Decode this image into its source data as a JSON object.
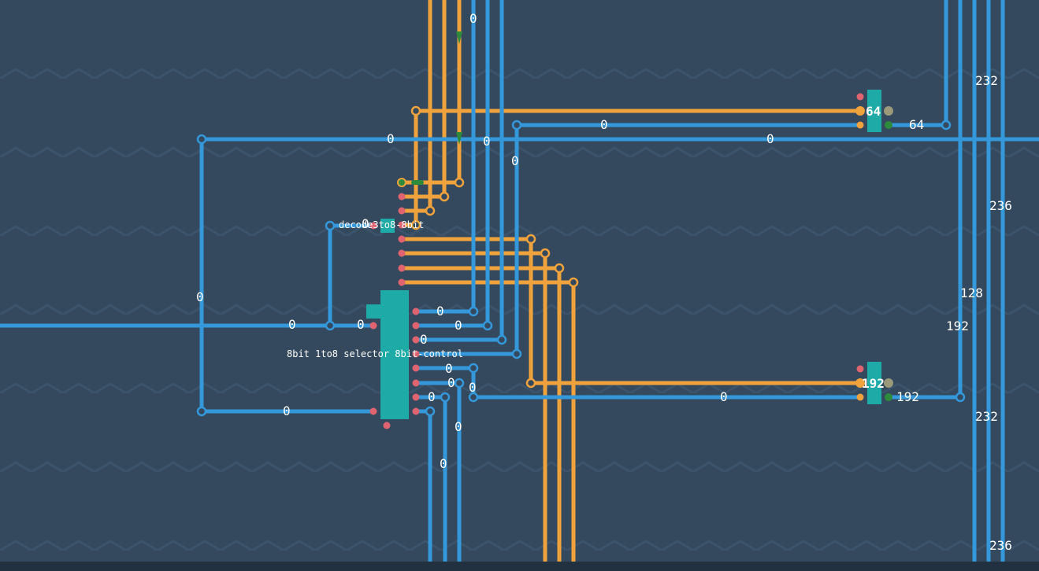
{
  "colors": {
    "background": "#34495e",
    "zigzag": "#3b536b",
    "wire_data": "#3498db",
    "wire_control": "#f0a33c",
    "component": "#1eaaa7",
    "pin_input": "#e06470",
    "pin_output_active": "#2e8b3c",
    "pin_output_inactive": "#9a9a7a",
    "bottom_bar": "#22313f"
  },
  "components": {
    "selector_label": "8bit 1to8 selector 8bit-control",
    "decoder_label": "decode3to8-8bit",
    "merge_top_value": "64",
    "merge_bottom_value": "192"
  },
  "wire_values": [
    {
      "id": "v-top-0",
      "text": "0"
    },
    {
      "id": "v-left-horizontal-top",
      "text": "0"
    },
    {
      "id": "v-mid-top-0a",
      "text": "0"
    },
    {
      "id": "v-top-bus-0",
      "text": "0"
    },
    {
      "id": "v-top-bus-right-0",
      "text": "0"
    },
    {
      "id": "v-col-0",
      "text": "0"
    },
    {
      "id": "v-left-vertical",
      "text": "0"
    },
    {
      "id": "v-input-0",
      "text": "0"
    },
    {
      "id": "v-input-0b",
      "text": "0"
    },
    {
      "id": "v-decoder-0",
      "text": "0"
    },
    {
      "id": "v-sel-out-1",
      "text": "0"
    },
    {
      "id": "v-sel-out-2",
      "text": "0"
    },
    {
      "id": "v-sel-out-3",
      "text": "0"
    },
    {
      "id": "v-sel-out-5",
      "text": "0"
    },
    {
      "id": "v-sel-out-6",
      "text": "0"
    },
    {
      "id": "v-sel-out-6b",
      "text": "0"
    },
    {
      "id": "v-sel-out-7",
      "text": "0"
    },
    {
      "id": "v-bottom-left",
      "text": "0"
    },
    {
      "id": "v-bottom-bus-0",
      "text": "0"
    },
    {
      "id": "v-lower-col-a",
      "text": "0"
    },
    {
      "id": "v-lower-col-b",
      "text": "0"
    },
    {
      "id": "v-merge-top-out",
      "text": "64"
    },
    {
      "id": "v-merge-bottom-out",
      "text": "192"
    },
    {
      "id": "v-right-232-top",
      "text": "232"
    },
    {
      "id": "v-right-236-top",
      "text": "236"
    },
    {
      "id": "v-right-128",
      "text": "128"
    },
    {
      "id": "v-right-192",
      "text": "192"
    },
    {
      "id": "v-right-232-bottom",
      "text": "232"
    },
    {
      "id": "v-right-236-bottom",
      "text": "236"
    }
  ]
}
